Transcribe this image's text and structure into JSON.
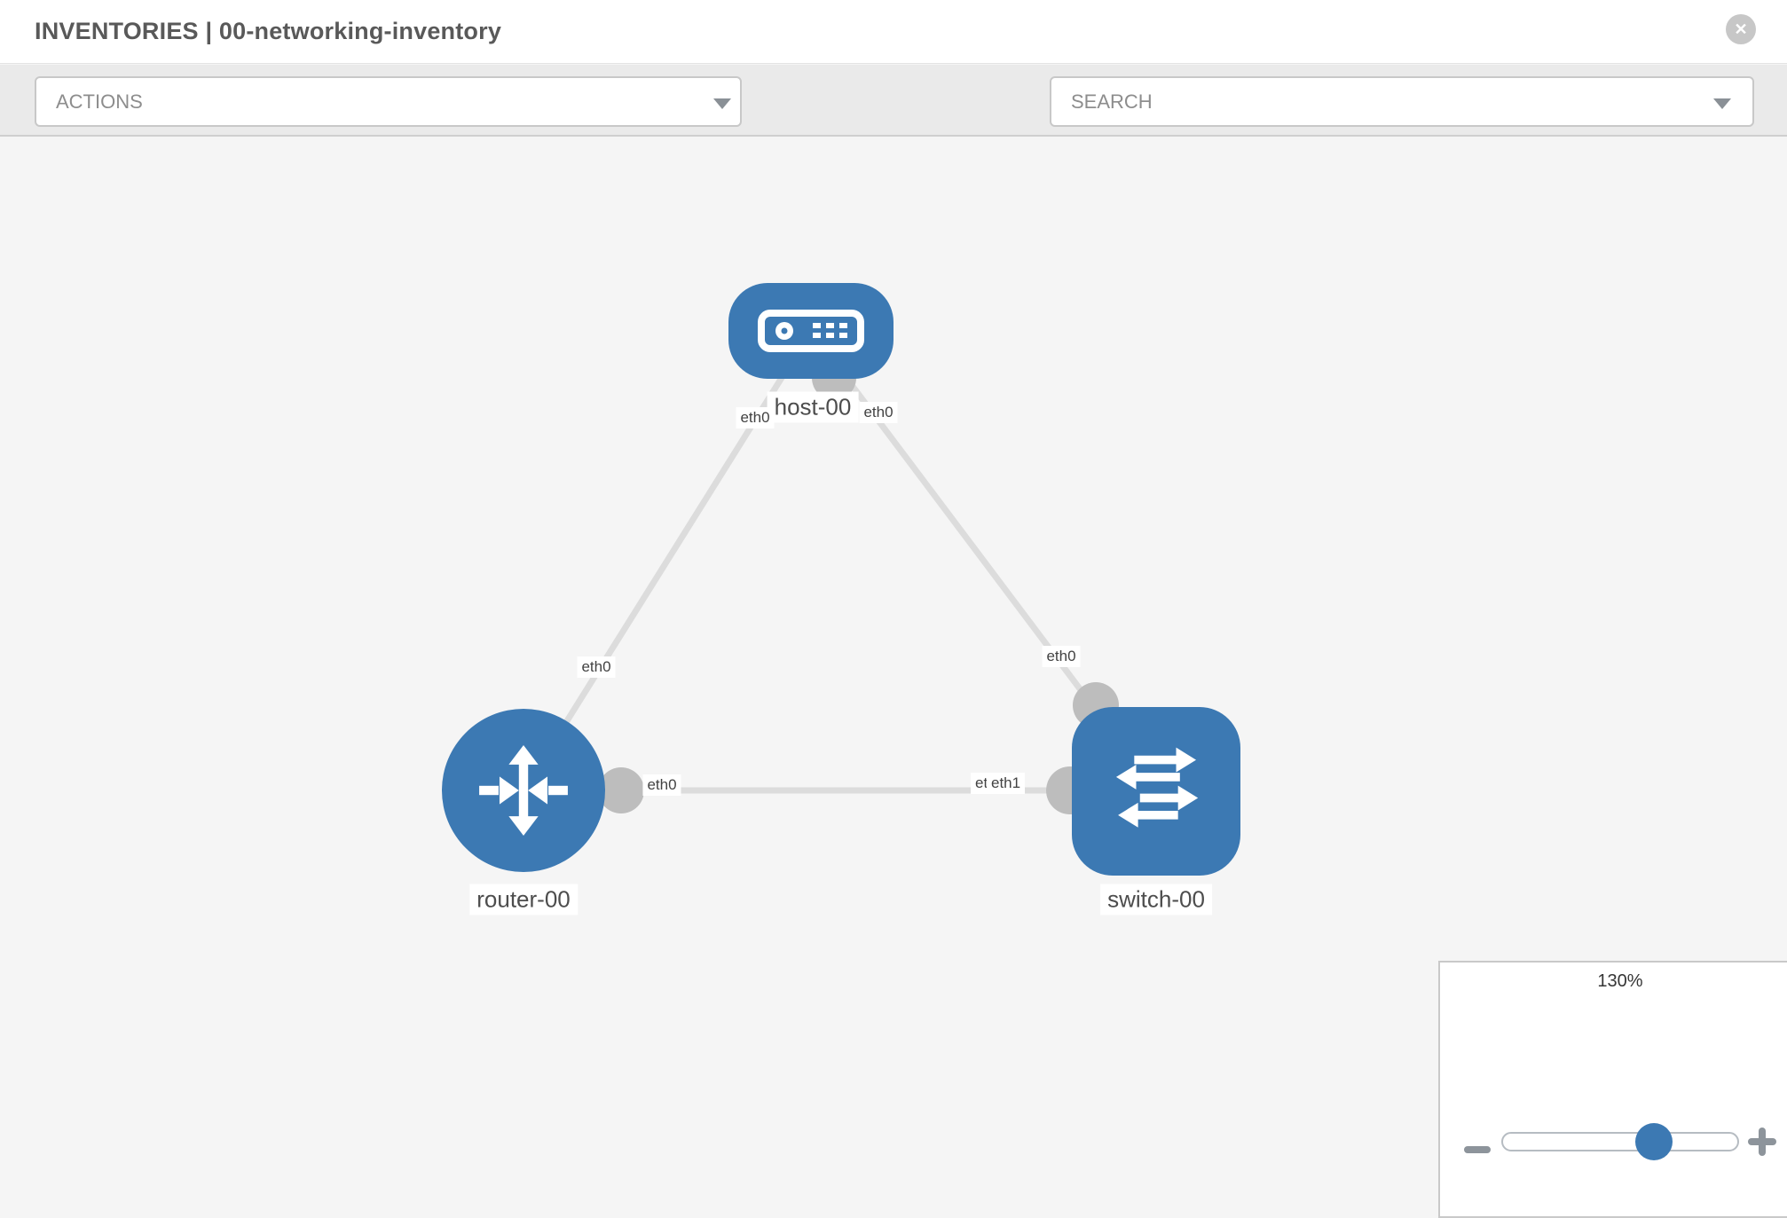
{
  "header": {
    "title": "INVENTORIES | 00-networking-inventory",
    "close_glyph": "✕"
  },
  "toolbar": {
    "actions_label": "ACTIONS",
    "search_label": "SEARCH",
    "icons": [
      "wrench-icon",
      "key-icon"
    ]
  },
  "topology": {
    "nodes": [
      {
        "label": "host-00",
        "type": "host",
        "shape": "rounded-rect"
      },
      {
        "label": "router-00",
        "type": "router",
        "shape": "circle"
      },
      {
        "label": "switch-00",
        "type": "switch",
        "shape": "rounded-square"
      }
    ],
    "links": [
      {
        "from": "host-00",
        "from_iface": "eth0",
        "to": "router-00",
        "to_iface": "eth0"
      },
      {
        "from": "host-00",
        "from_iface": "eth0",
        "to": "switch-00",
        "to_iface": "eth0"
      },
      {
        "from": "router-00",
        "from_iface": "eth0",
        "to": "switch-00",
        "to_iface": "eth1"
      }
    ],
    "iface_labels": {
      "host_to_router_at_host": "eth0",
      "host_to_router_at_router": "eth0",
      "host_to_switch_at_host": "eth0",
      "host_to_switch_at_switch": "eth0",
      "router_to_switch_at_router": "eth0",
      "router_to_switch_at_switch_under": "eth0",
      "router_to_switch_at_switch": "eth1"
    }
  },
  "zoom_control": {
    "level": "130%",
    "zoom_out_icon": "minus",
    "zoom_in_icon": "plus"
  },
  "colors": {
    "node_blue": "#3c79b3",
    "link_gray": "#dcdcdc",
    "port_gray": "#bdbdbd",
    "toolbar_bg": "#eaeaea",
    "canvas_bg": "#f5f5f5",
    "icon_gray": "#7b838b"
  }
}
